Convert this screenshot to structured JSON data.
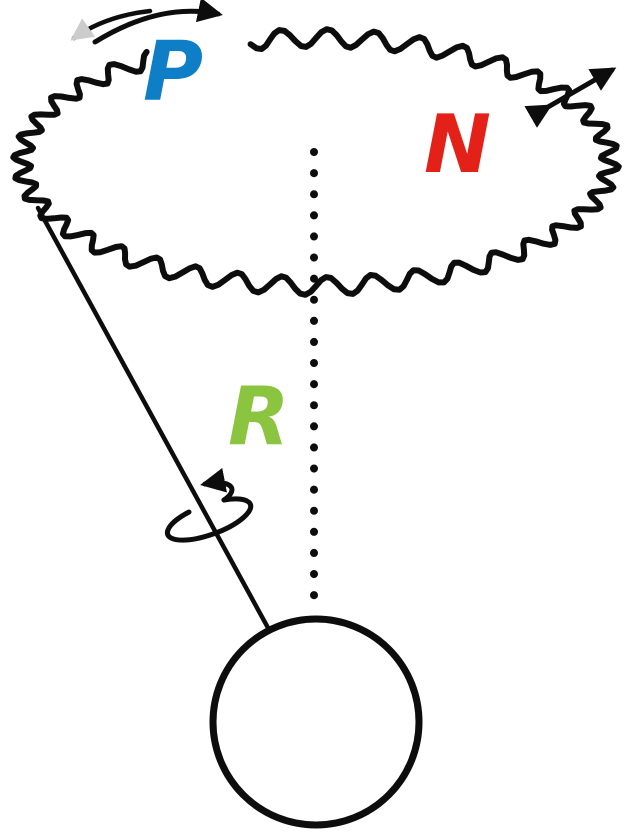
{
  "diagram": {
    "labels": {
      "P": {
        "text": "P",
        "color": "#0e7fc6"
      },
      "N": {
        "text": "N",
        "color": "#e32119"
      },
      "R": {
        "text": "R",
        "color": "#8bc53f"
      }
    },
    "colors": {
      "stroke": "#0d0d0d",
      "ghost": "#cccccc"
    }
  }
}
